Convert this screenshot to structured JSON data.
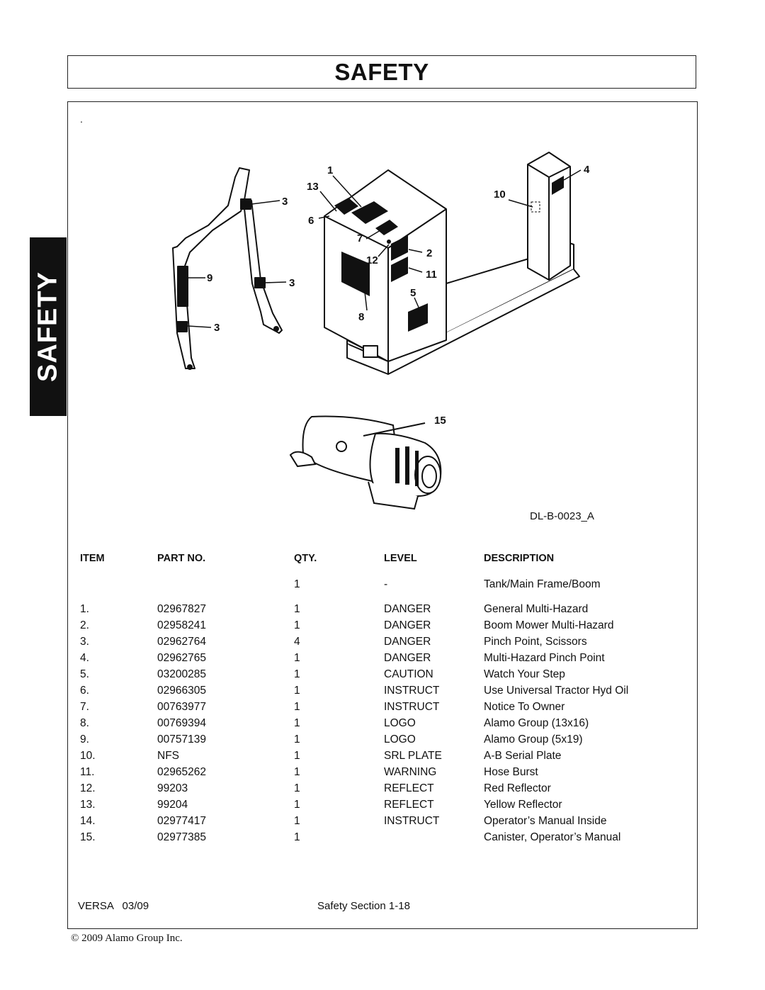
{
  "header": {
    "title": "SAFETY"
  },
  "side_tab": {
    "label": "SAFETY"
  },
  "content": {
    "dot": ".",
    "diagram_code": "DL-B-0023_A",
    "callouts": [
      "1",
      "13",
      "3",
      "6",
      "7",
      "12",
      "2",
      "11",
      "5",
      "8",
      "9",
      "3",
      "3",
      "4",
      "10",
      "15"
    ]
  },
  "table": {
    "headers": {
      "item": "ITEM",
      "part_no": "PART NO.",
      "qty": "QTY.",
      "level": "LEVEL",
      "description": "DESCRIPTION"
    },
    "rows": [
      {
        "item": "",
        "part_no": "",
        "qty": "1",
        "level": "-",
        "description": "Tank/Main Frame/Boom"
      },
      {
        "item": "1.",
        "part_no": "02967827",
        "qty": "1",
        "level": "DANGER",
        "description": "General Multi-Hazard"
      },
      {
        "item": "2.",
        "part_no": "02958241",
        "qty": "1",
        "level": "DANGER",
        "description": "Boom Mower Multi-Hazard"
      },
      {
        "item": "3.",
        "part_no": "02962764",
        "qty": "4",
        "level": "DANGER",
        "description": "Pinch Point, Scissors"
      },
      {
        "item": "4.",
        "part_no": "02962765",
        "qty": "1",
        "level": "DANGER",
        "description": "Multi-Hazard Pinch Point"
      },
      {
        "item": "5.",
        "part_no": "03200285",
        "qty": "1",
        "level": "CAUTION",
        "description": "Watch Your Step"
      },
      {
        "item": "6.",
        "part_no": "02966305",
        "qty": "1",
        "level": "INSTRUCT",
        "description": "Use Universal Tractor Hyd Oil"
      },
      {
        "item": "7.",
        "part_no": "00763977",
        "qty": "1",
        "level": "INSTRUCT",
        "description": "Notice To Owner"
      },
      {
        "item": "8.",
        "part_no": "00769394",
        "qty": "1",
        "level": "LOGO",
        "description": "Alamo Group (13x16)"
      },
      {
        "item": "9.",
        "part_no": "00757139",
        "qty": "1",
        "level": "LOGO",
        "description": "Alamo Group (5x19)"
      },
      {
        "item": "10.",
        "part_no": "NFS",
        "qty": "1",
        "level": "SRL PLATE",
        "description": "A-B Serial Plate"
      },
      {
        "item": "11.",
        "part_no": "02965262",
        "qty": "1",
        "level": "WARNING",
        "description": "Hose Burst"
      },
      {
        "item": "12.",
        "part_no": "99203",
        "qty": "1",
        "level": "REFLECT",
        "description": "Red Reflector"
      },
      {
        "item": "13.",
        "part_no": "99204",
        "qty": "1",
        "level": "REFLECT",
        "description": "Yellow Reflector"
      },
      {
        "item": "14.",
        "part_no": "02977417",
        "qty": "1",
        "level": "INSTRUCT",
        "description": "Operator’s Manual Inside"
      },
      {
        "item": "15.",
        "part_no": "02977385",
        "qty": "1",
        "level": "",
        "description": "Canister, Operator’s Manual"
      }
    ]
  },
  "footer": {
    "left": "VERSA   03/09",
    "middle": "Safety Section 1-18",
    "copyright": "© 2009 Alamo Group Inc."
  }
}
